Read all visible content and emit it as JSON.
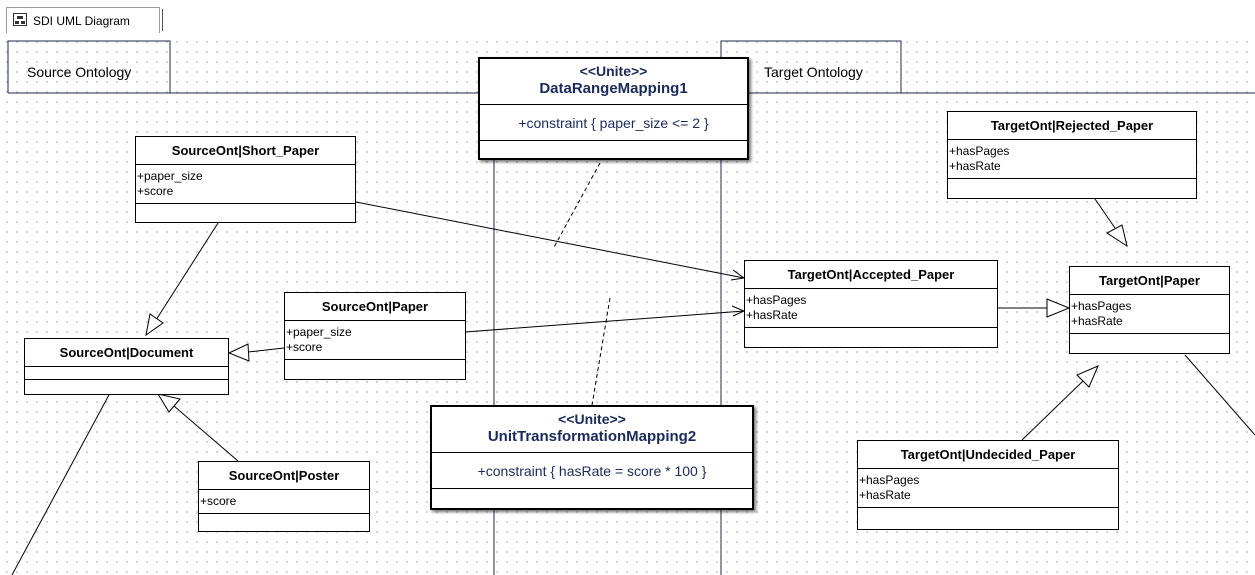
{
  "tab": {
    "label": "SDI UML Diagram",
    "icon": "diagram-icon"
  },
  "swimlanes": {
    "source": "Source  Ontology",
    "target": "Target  Ontology"
  },
  "mappings": {
    "data_range": {
      "stereotype": "<<Unite>>",
      "name": "DataRangeMapping1",
      "constraint": "+constraint { paper_size  <= 2 }"
    },
    "unit_transform": {
      "stereotype": "<<Unite>>",
      "name": "UnitTransformationMapping2",
      "constraint": "+constraint { hasRate  =  score * 100 }"
    }
  },
  "classes": {
    "short_paper": {
      "name": "SourceOnt|Short_Paper",
      "attrs": [
        "+paper_size",
        "+score"
      ]
    },
    "source_paper": {
      "name": "SourceOnt|Paper",
      "attrs": [
        "+paper_size",
        "+score"
      ]
    },
    "document": {
      "name": "SourceOnt|Document",
      "attrs": []
    },
    "poster": {
      "name": "SourceOnt|Poster",
      "attrs": [
        "+score"
      ]
    },
    "rejected": {
      "name": "TargetOnt|Rejected_Paper",
      "attrs": [
        "+hasPages",
        "+hasRate"
      ]
    },
    "accepted": {
      "name": "TargetOnt|Accepted_Paper",
      "attrs": [
        "+hasPages",
        "+hasRate"
      ]
    },
    "target_paper": {
      "name": "TargetOnt|Paper",
      "attrs": [
        "+hasPages",
        "+hasRate"
      ]
    },
    "undecided": {
      "name": "TargetOnt|Undecided_Paper",
      "attrs": [
        "+hasPages",
        "+hasRate"
      ]
    }
  },
  "colors": {
    "lane_border": "#1f2a4f",
    "mapping_text": "#1a2a5a",
    "grid_dot": "#c4c4c4"
  }
}
